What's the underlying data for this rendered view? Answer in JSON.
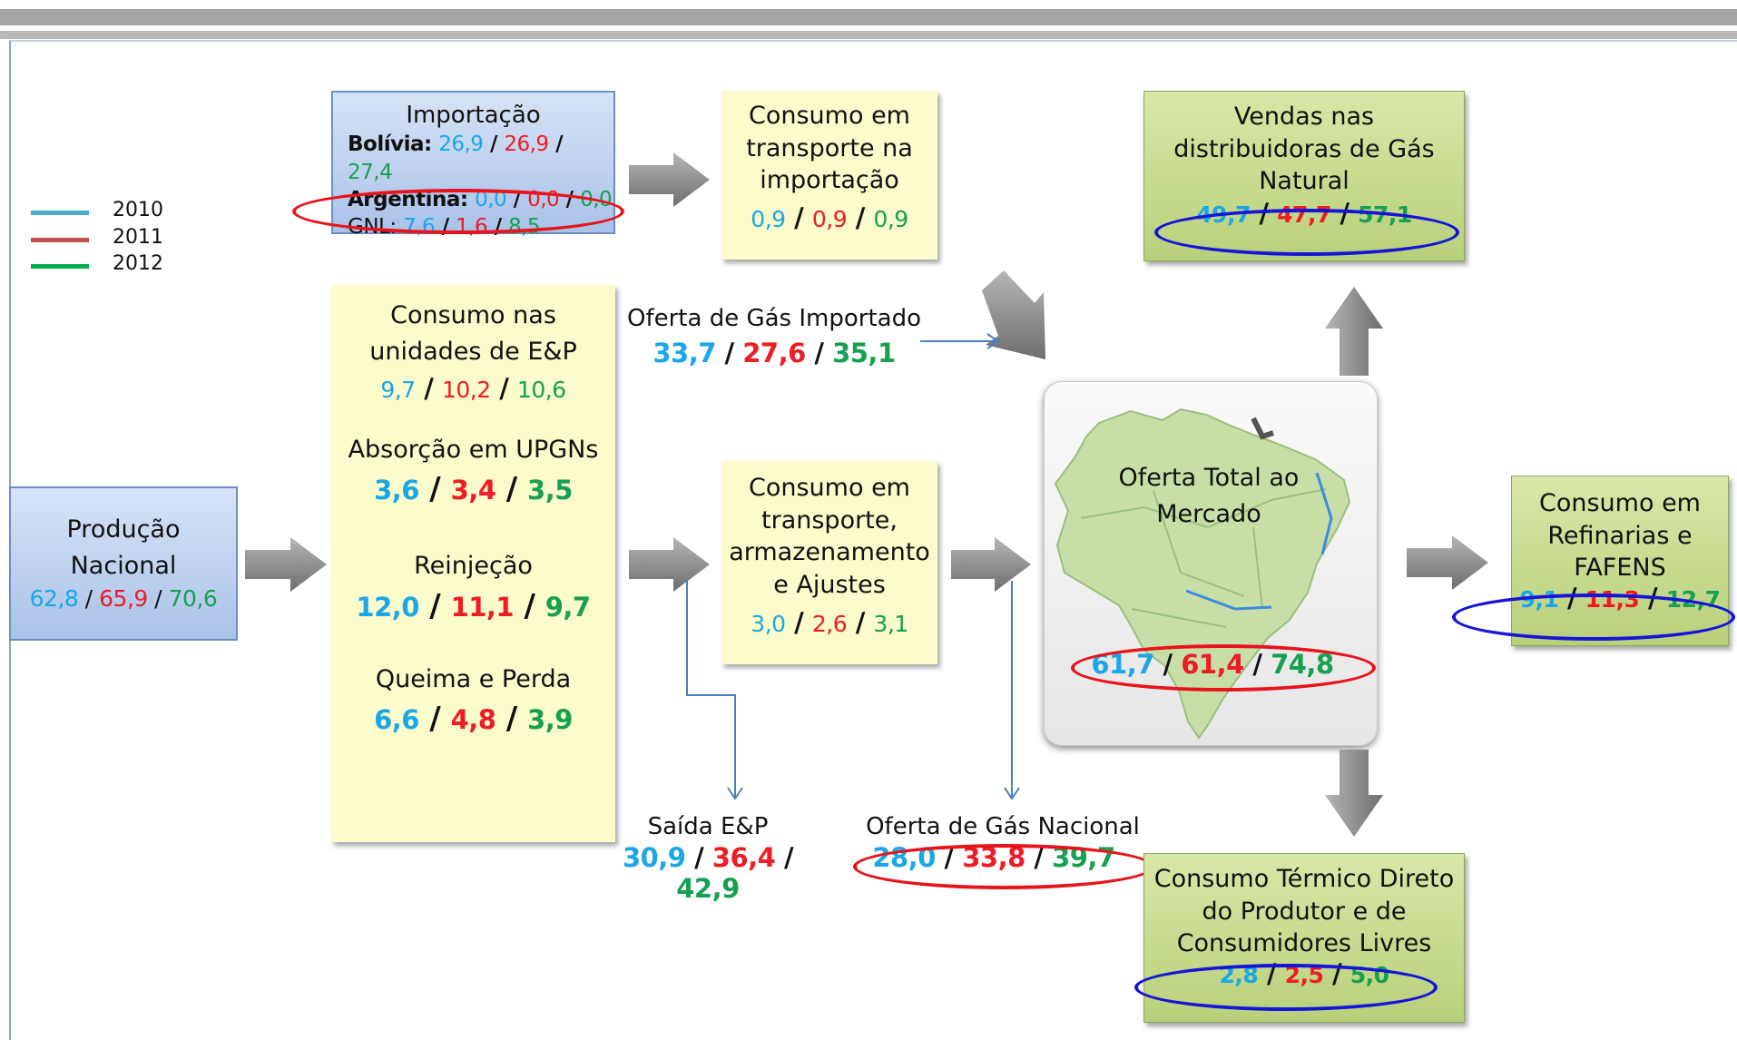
{
  "legend": [
    {
      "year": "2010",
      "color": "#4bacc6"
    },
    {
      "year": "2011",
      "color": "#c0504d"
    },
    {
      "year": "2012",
      "color": "#00b050"
    }
  ],
  "colors": {
    "y2010": "#1aa7e8",
    "y2011": "#ee1c24",
    "y2012": "#17a050",
    "highlight_red": "#e8141b",
    "highlight_blue": "#1515d8"
  },
  "producao": {
    "title_1": "Produção",
    "title_2": "Nacional",
    "values": [
      "62,8",
      "65,9",
      "70,6"
    ]
  },
  "importacao": {
    "title": "Importação",
    "rows": [
      {
        "label": "Bolívia:",
        "values": [
          "26,9",
          "26,9",
          "27,4"
        ]
      },
      {
        "label": "Argentina:",
        "values": [
          "0,0",
          "0,0",
          "0,0"
        ]
      },
      {
        "label": "GNL:",
        "values": [
          "7,6",
          "1,6",
          "8,5"
        ]
      }
    ]
  },
  "consumo_importacao": {
    "lines": [
      "Consumo em",
      "transporte na",
      "importação"
    ],
    "values": [
      "0,9",
      "0,9",
      "0,9"
    ]
  },
  "oferta_importado": {
    "label": "Oferta de Gás Importado",
    "values": [
      "33,7",
      "27,6",
      "35,1"
    ]
  },
  "consumo_ep": {
    "sections": [
      {
        "lines": [
          "Consumo nas",
          "unidades de E&P"
        ],
        "values": [
          "9,7",
          "10,2",
          "10,6"
        ]
      },
      {
        "lines": [
          "Absorção em UPGNs"
        ],
        "values": [
          "3,6",
          "3,4",
          "3,5"
        ]
      },
      {
        "lines": [
          "Reinjeção"
        ],
        "values": [
          "12,0",
          "11,1",
          "9,7"
        ]
      },
      {
        "lines": [
          "Queima e Perda"
        ],
        "values": [
          "6,6",
          "4,8",
          "3,9"
        ]
      }
    ]
  },
  "consumo_transporte": {
    "lines": [
      "Consumo em",
      "transporte,",
      "armazenamento",
      "e Ajustes"
    ],
    "values": [
      "3,0",
      "2,6",
      "3,1"
    ]
  },
  "saida_ep": {
    "label": "Saída E&P",
    "values": [
      "30,9",
      "36,4",
      "42,9"
    ]
  },
  "oferta_nacional": {
    "label": "Oferta de Gás Nacional",
    "values": [
      "28,0",
      "33,8",
      "39,7"
    ]
  },
  "oferta_total": {
    "lines": [
      "Oferta Total ao",
      "Mercado"
    ],
    "values": [
      "61,7",
      "61,4",
      "74,8"
    ]
  },
  "vendas": {
    "lines": [
      "Vendas nas",
      "distribuidoras de Gás",
      "Natural"
    ],
    "values": [
      "49,7",
      "47,7",
      "57,1"
    ]
  },
  "refinarias": {
    "lines": [
      "Consumo em",
      "Refinarias e",
      "FAFENS"
    ],
    "values": [
      "9,1",
      "11,3",
      "12,7"
    ]
  },
  "termico": {
    "lines": [
      "Consumo Térmico Direto",
      "do Produtor e de",
      "Consumidores Livres"
    ],
    "values": [
      "2,8",
      "2,5",
      "5,0"
    ]
  }
}
